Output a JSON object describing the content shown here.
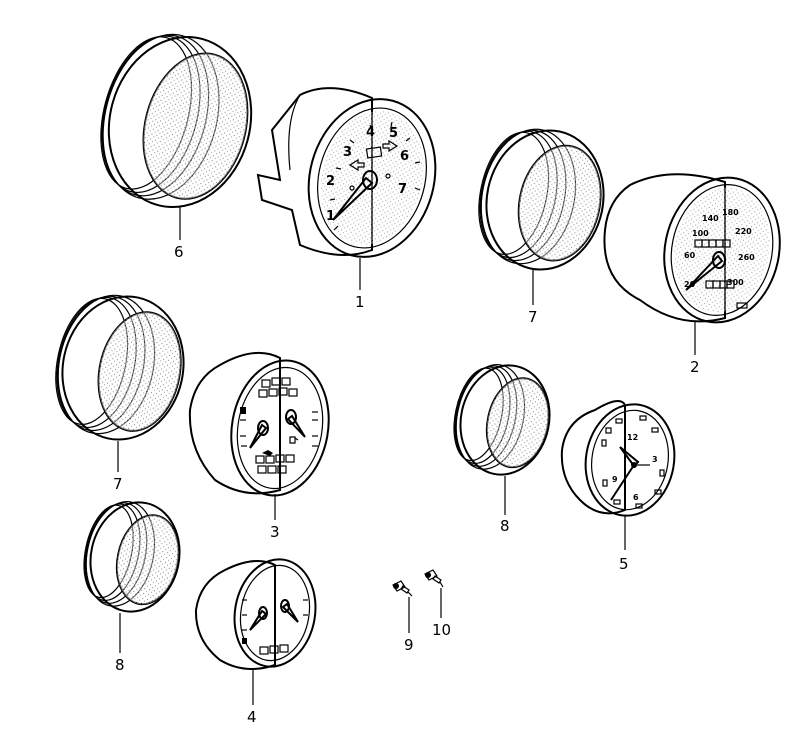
{
  "callouts": {
    "c1": "1",
    "c2": "2",
    "c3": "3",
    "c4": "4",
    "c5": "5",
    "c6": "6",
    "c7a": "7",
    "c7b": "7",
    "c8a": "8",
    "c8b": "8",
    "c9": "9",
    "c10": "10"
  },
  "tachometer": {
    "numbers": [
      "1",
      "2",
      "3",
      "4",
      "5",
      "6",
      "7"
    ]
  },
  "speedometer": {
    "numbers": [
      "20",
      "60",
      "100",
      "140",
      "180",
      "220",
      "260",
      "300"
    ]
  },
  "clock": {
    "numbers": [
      "12",
      "3",
      "6",
      "9"
    ]
  },
  "colors": {
    "ink": "#000000",
    "paper": "#ffffff",
    "stipple": "#000000"
  },
  "icons": [
    "left-arrow-indicator-icon",
    "right-arrow-indicator-icon",
    "oil-can-icon",
    "fuel-pump-icon"
  ]
}
